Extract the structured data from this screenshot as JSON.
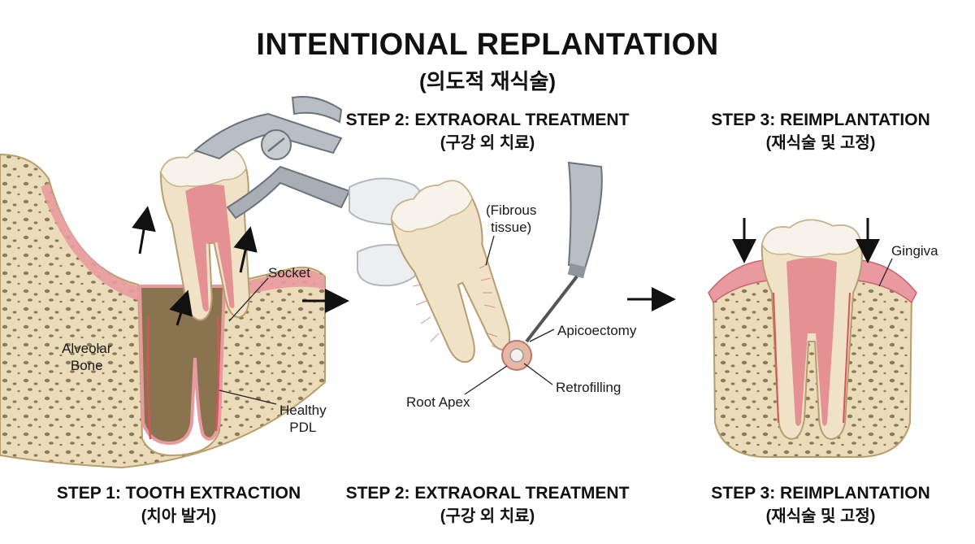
{
  "title": "INTENTIONAL REPLANTATION",
  "subtitle": "(의도적 재식술)",
  "top_steps": [
    {
      "title": "STEP 2: EXTRAORAL TREATMENT",
      "subtitle": "(구강 외 치료)"
    },
    {
      "title": "STEP 3: REIMPLANTATION",
      "subtitle": "(재식술 및 고정)"
    }
  ],
  "bottom_steps": [
    {
      "title": "STEP 1: TOOTH EXTRACTION",
      "subtitle": "(치아 발거)"
    },
    {
      "title": "STEP 2: EXTRAORAL TREATMENT",
      "subtitle": "(구강 외 치료)"
    },
    {
      "title": "STEP 3: REIMPLANTATION",
      "subtitle": "(재식술 및 고정)"
    }
  ],
  "labels": {
    "socket": "Socket",
    "alveolar_bone": "Alveolar\nBone",
    "healthy_pdl": "Healthy\nPDL",
    "fibrous_tissue": "(Fibrous\ntissue)",
    "apicoectomy": "Apicoectomy",
    "retrofilling": "Retrofilling",
    "root_apex": "Root Apex",
    "gingiva": "Gingiva"
  },
  "colors": {
    "bone": "#eadcb8",
    "gum": "#e99aa0",
    "enamel": "#f7f3ea",
    "dentin": "#efe2c6",
    "pulp": "#e3828a",
    "socket": "#8a7450",
    "metal": "#b9bec4"
  }
}
